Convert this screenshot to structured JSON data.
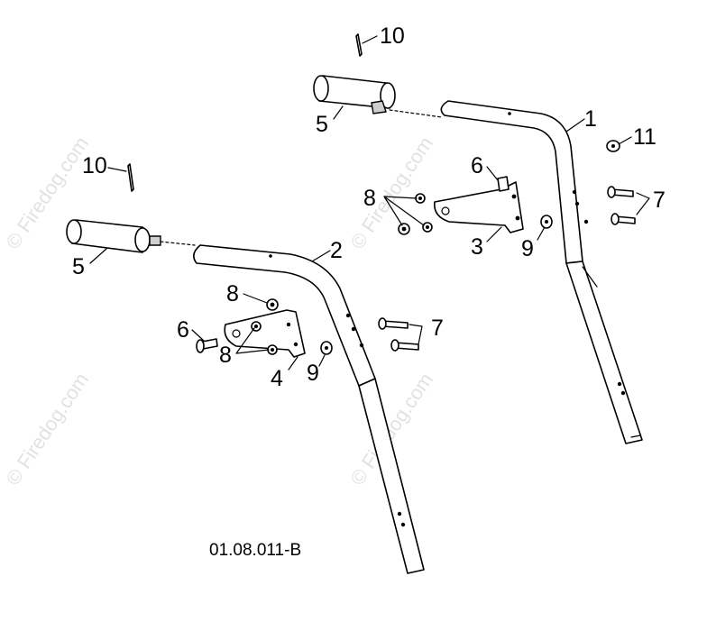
{
  "diagram_code": "01.08.011-B",
  "watermark_text": "© Firedog.com",
  "callouts": [
    "1",
    "2",
    "3",
    "4",
    "5",
    "5",
    "6",
    "6",
    "7",
    "7",
    "8",
    "8",
    "8",
    "9",
    "9",
    "10",
    "10",
    "11"
  ],
  "colors": {
    "line": "#000000",
    "watermark": "#e2e2e2",
    "background": "#ffffff"
  }
}
